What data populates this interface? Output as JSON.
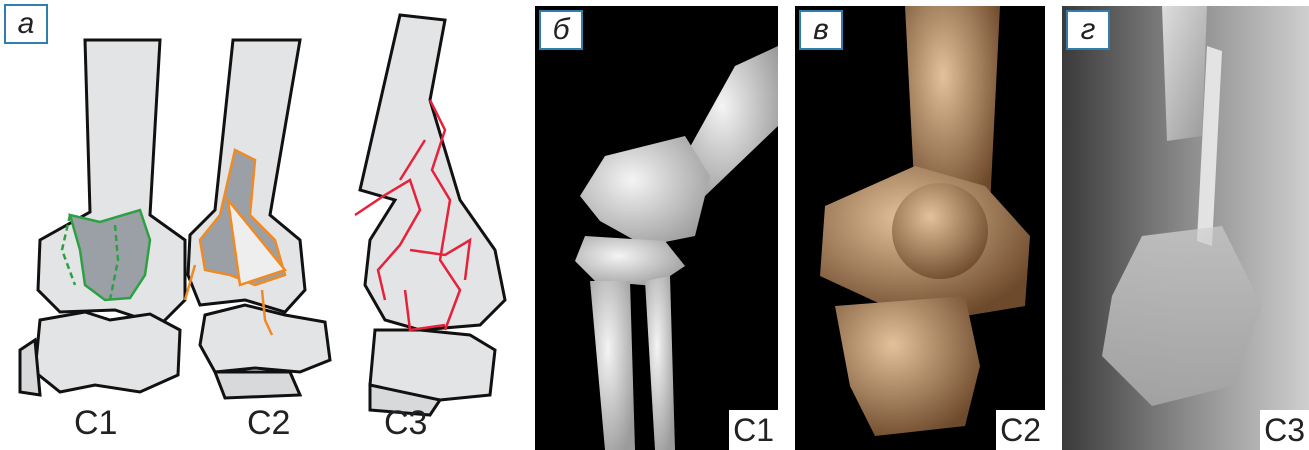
{
  "panels": [
    {
      "letter": "а",
      "captions": [
        "C1",
        "C2",
        "C3"
      ]
    },
    {
      "letter": "б",
      "code": "C1"
    },
    {
      "letter": "в",
      "code": "C2"
    },
    {
      "letter": "г",
      "code": "C3"
    }
  ],
  "colors": {
    "frame": "#2f7fae",
    "c1_lines": "#2ea043",
    "c2_lines": "#f08a24",
    "c3_lines": "#e8213a",
    "bone_fill": "#e3e4e5",
    "ct_background": "#000000",
    "render_bone": "#b98c62"
  }
}
